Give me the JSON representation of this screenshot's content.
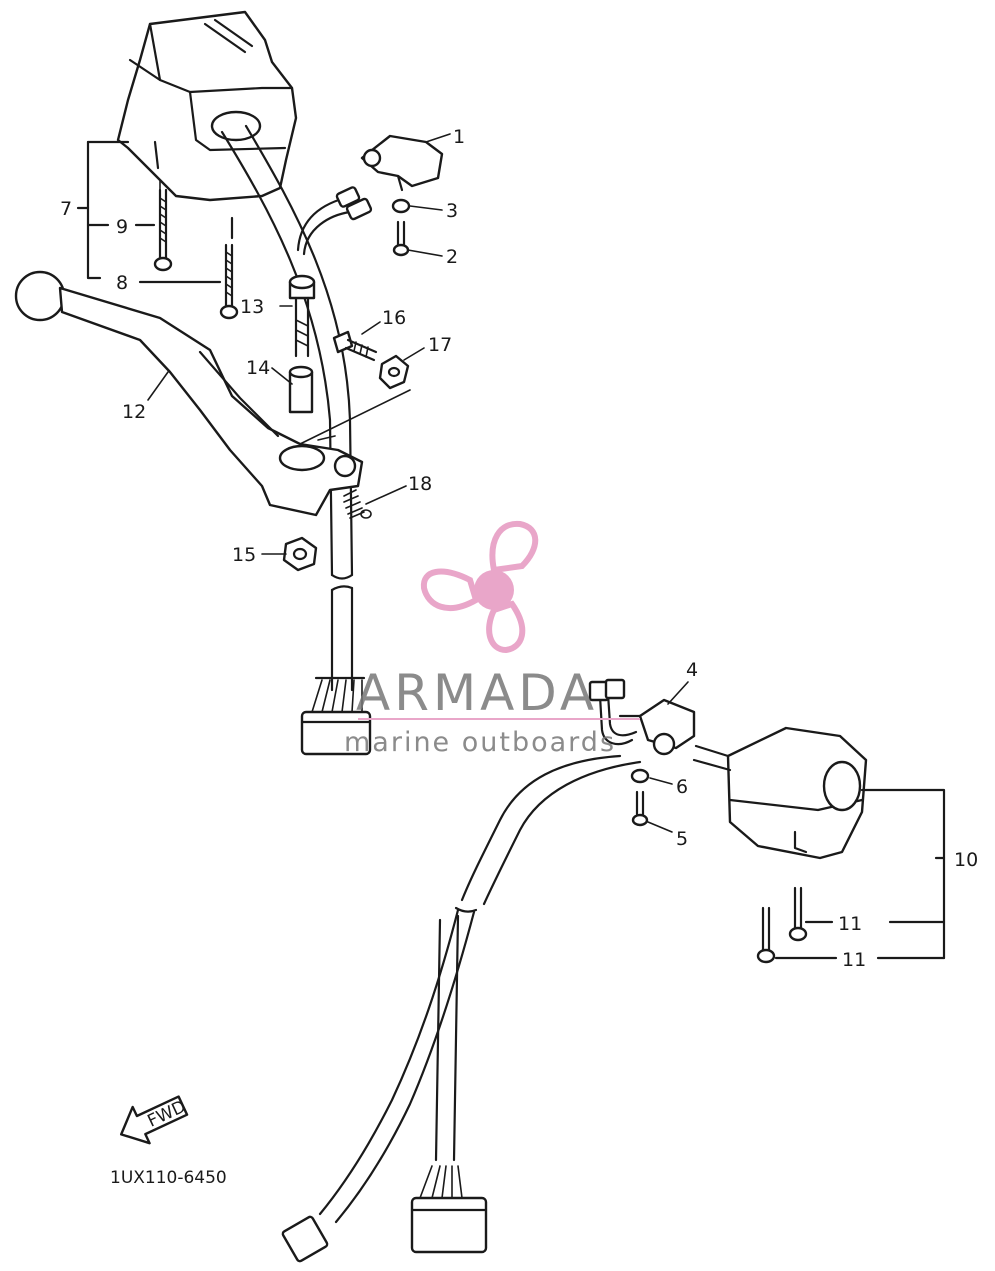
{
  "callouts": [
    {
      "id": "1",
      "label": "1"
    },
    {
      "id": "2",
      "label": "2"
    },
    {
      "id": "3",
      "label": "3"
    },
    {
      "id": "4",
      "label": "4"
    },
    {
      "id": "5",
      "label": "5"
    },
    {
      "id": "6",
      "label": "6"
    },
    {
      "id": "7",
      "label": "7"
    },
    {
      "id": "8",
      "label": "8"
    },
    {
      "id": "9",
      "label": "9"
    },
    {
      "id": "10",
      "label": "10"
    },
    {
      "id": "11a",
      "label": "11"
    },
    {
      "id": "11b",
      "label": "11"
    },
    {
      "id": "12",
      "label": "12"
    },
    {
      "id": "13",
      "label": "13"
    },
    {
      "id": "14",
      "label": "14"
    },
    {
      "id": "15",
      "label": "15"
    },
    {
      "id": "16",
      "label": "16"
    },
    {
      "id": "17",
      "label": "17"
    },
    {
      "id": "18",
      "label": "18"
    }
  ],
  "fwd_label": "FWD",
  "diagram_code": "1UX110-6450",
  "watermark": {
    "title": "ARMADA",
    "subtitle": "marine outboards",
    "logo_color": "#e9a6c9",
    "line_color": "#e9a6c9"
  }
}
